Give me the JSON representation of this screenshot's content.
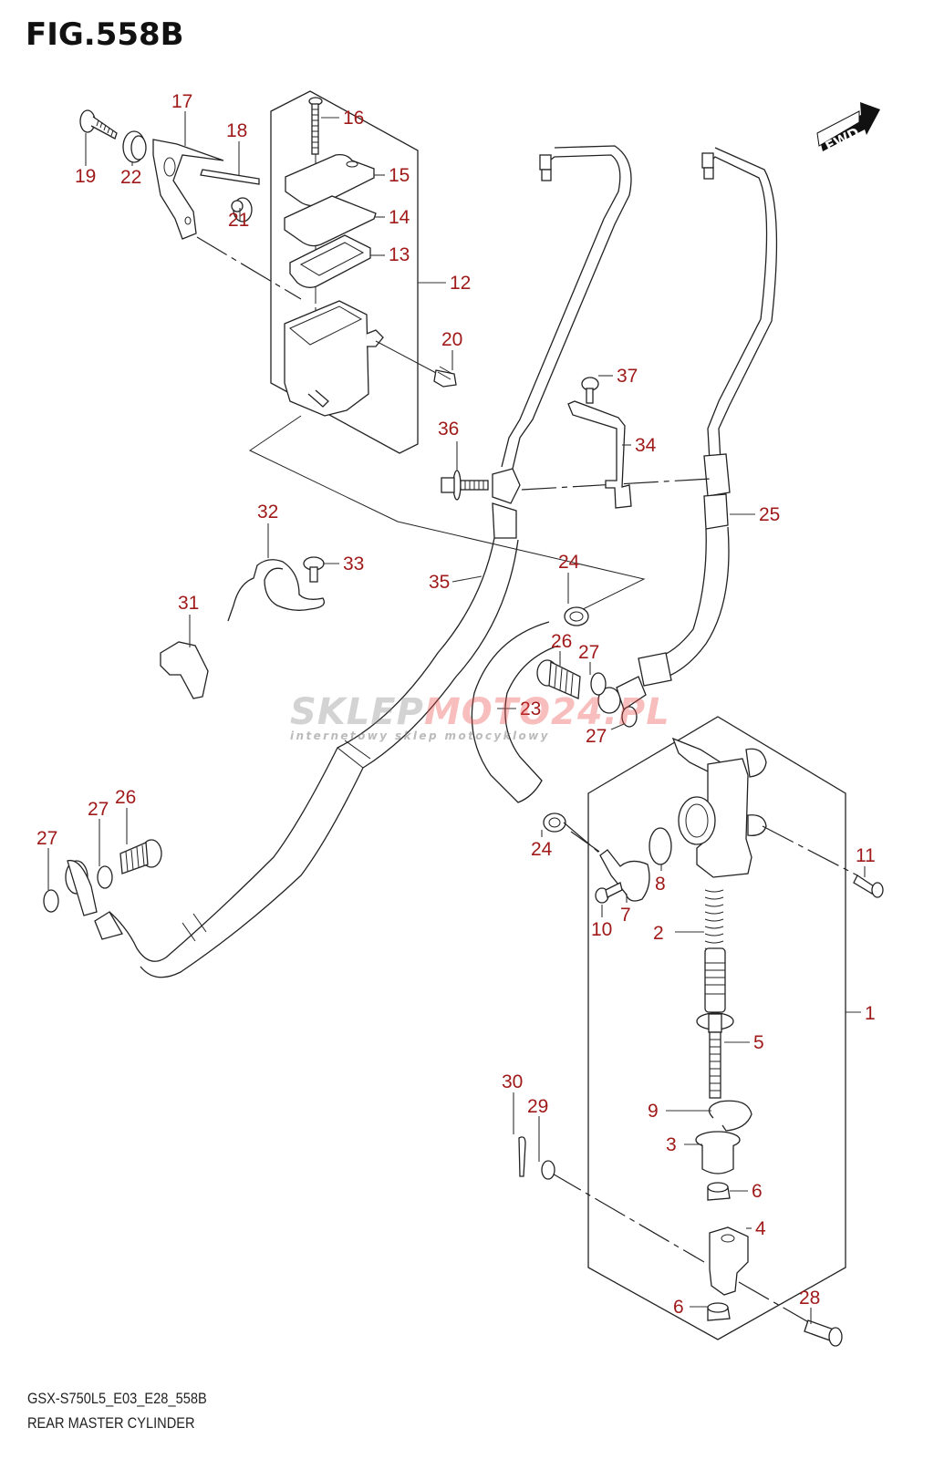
{
  "figure": {
    "title": "FIG.558B",
    "model_code": "GSX-S750L5_E03_E28_558B",
    "caption": "REAR MASTER CYLINDER",
    "direction_badge": "FWD",
    "label_color": "#a01a1a",
    "line_color": "#222222"
  },
  "watermark": {
    "brand_gray": "SKLEP",
    "brand_red": "MOTO24.PL",
    "tagline": "internetowy sklep motocyklowy"
  },
  "callouts": [
    {
      "id": "c1",
      "part": "1",
      "name": "master-cylinder-assembly"
    },
    {
      "id": "c2",
      "part": "2",
      "name": "piston-spring-set"
    },
    {
      "id": "c3",
      "part": "3",
      "name": "boot"
    },
    {
      "id": "c4",
      "part": "4",
      "name": "clevis-joint"
    },
    {
      "id": "c5",
      "part": "5",
      "name": "push-rod"
    },
    {
      "id": "c6a",
      "part": "6",
      "name": "nut-upper"
    },
    {
      "id": "c6b",
      "part": "6",
      "name": "nut-lower"
    },
    {
      "id": "c7",
      "part": "7",
      "name": "connector"
    },
    {
      "id": "c8",
      "part": "8",
      "name": "o-ring"
    },
    {
      "id": "c9",
      "part": "9",
      "name": "circlip"
    },
    {
      "id": "c10",
      "part": "10",
      "name": "connector-screw"
    },
    {
      "id": "c11",
      "part": "11",
      "name": "mount-bolt"
    },
    {
      "id": "c12",
      "part": "12",
      "name": "reservoir-assembly"
    },
    {
      "id": "c13",
      "part": "13",
      "name": "diaphragm"
    },
    {
      "id": "c14",
      "part": "14",
      "name": "plate"
    },
    {
      "id": "c15",
      "part": "15",
      "name": "reservoir-cap"
    },
    {
      "id": "c16",
      "part": "16",
      "name": "cap-screw"
    },
    {
      "id": "c17",
      "part": "17",
      "name": "reservoir-bracket"
    },
    {
      "id": "c18",
      "part": "18",
      "name": "bracket-plate"
    },
    {
      "id": "c19",
      "part": "19",
      "name": "bracket-bolt"
    },
    {
      "id": "c20",
      "part": "20",
      "name": "reservoir-bolt"
    },
    {
      "id": "c21",
      "part": "21",
      "name": "collar"
    },
    {
      "id": "c22",
      "part": "22",
      "name": "cushion"
    },
    {
      "id": "c23",
      "part": "23",
      "name": "reservoir-hose"
    },
    {
      "id": "c24a",
      "part": "24",
      "name": "hose-clamp-upper"
    },
    {
      "id": "c24b",
      "part": "24",
      "name": "hose-clamp-lower"
    },
    {
      "id": "c25",
      "part": "25",
      "name": "brake-hose-2"
    },
    {
      "id": "c26a",
      "part": "26",
      "name": "union-bolt-right"
    },
    {
      "id": "c26b",
      "part": "26",
      "name": "union-bolt-left"
    },
    {
      "id": "c27a",
      "part": "27",
      "name": "gasket-right-upper"
    },
    {
      "id": "c27b",
      "part": "27",
      "name": "gasket-right-lower"
    },
    {
      "id": "c27c",
      "part": "27",
      "name": "gasket-left-upper"
    },
    {
      "id": "c27d",
      "part": "27",
      "name": "gasket-left-lower"
    },
    {
      "id": "c28",
      "part": "28",
      "name": "clevis-pin"
    },
    {
      "id": "c29",
      "part": "29",
      "name": "washer"
    },
    {
      "id": "c30",
      "part": "30",
      "name": "cotter-pin"
    },
    {
      "id": "c31",
      "part": "31",
      "name": "hose-clamp-holder"
    },
    {
      "id": "c32",
      "part": "32",
      "name": "hose-clip-spring"
    },
    {
      "id": "c33",
      "part": "33",
      "name": "clip-screw"
    },
    {
      "id": "c34",
      "part": "34",
      "name": "hose-bracket"
    },
    {
      "id": "c35",
      "part": "35",
      "name": "brake-hose-1"
    },
    {
      "id": "c36",
      "part": "36",
      "name": "hose-joint-bolt"
    },
    {
      "id": "c37",
      "part": "37",
      "name": "bracket-bolt-2"
    }
  ]
}
